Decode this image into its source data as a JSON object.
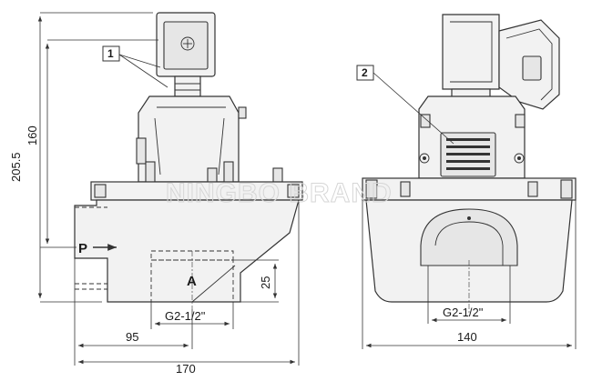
{
  "dimensions": {
    "total_height": "205.5",
    "coil_height": "160",
    "outlet_offset": "25",
    "inlet_to_center": "95",
    "body_length": "170",
    "body_width": "140"
  },
  "ports": {
    "inlet_letter": "P",
    "outlet_letter": "A",
    "thread_side": "G2-1/2\"",
    "thread_end": "G2-1/2\""
  },
  "callouts": {
    "coil": "1",
    "vent_cover": "2"
  },
  "watermark": "NINGBO BRAND"
}
